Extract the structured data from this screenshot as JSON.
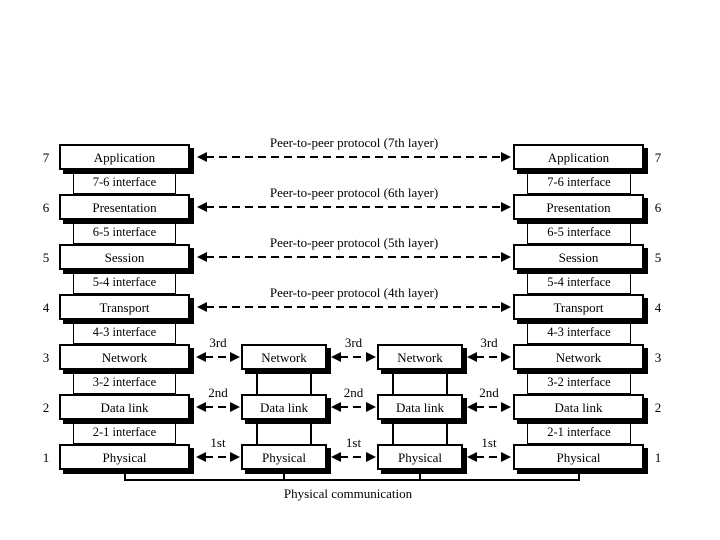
{
  "figure": {
    "peer_protocol_labels": [
      "Peer-to-peer protocol (7th layer)",
      "Peer-to-peer protocol (6th layer)",
      "Peer-to-peer protocol (5th layer)",
      "Peer-to-peer protocol (4th layer)"
    ],
    "hop_labels": [
      "3rd",
      "2nd",
      "1st"
    ],
    "left_host": {
      "layer_numbers": [
        "7",
        "6",
        "5",
        "4",
        "3",
        "2",
        "1"
      ],
      "layers": [
        "Application",
        "Presentation",
        "Session",
        "Transport",
        "Network",
        "Data link",
        "Physical"
      ],
      "interfaces": [
        "7-6 interface",
        "6-5 interface",
        "5-4 interface",
        "4-3 interface",
        "3-2 interface",
        "2-1 interface"
      ]
    },
    "right_host": {
      "layer_numbers": [
        "7",
        "6",
        "5",
        "4",
        "3",
        "2",
        "1"
      ],
      "layers": [
        "Application",
        "Presentation",
        "Session",
        "Transport",
        "Network",
        "Data link",
        "Physical"
      ],
      "interfaces": [
        "7-6 interface",
        "6-5 interface",
        "5-4 interface",
        "4-3 interface",
        "3-2 interface",
        "2-1 interface"
      ]
    },
    "routers": [
      {
        "layers": [
          "Network",
          "Data link",
          "Physical"
        ]
      },
      {
        "layers": [
          "Network",
          "Data link",
          "Physical"
        ]
      }
    ],
    "bottom_label": "Physical communication",
    "colors": {
      "background": "#ffffff",
      "line": "#000000",
      "box_fill": "#ffffff",
      "text": "#000000"
    }
  }
}
